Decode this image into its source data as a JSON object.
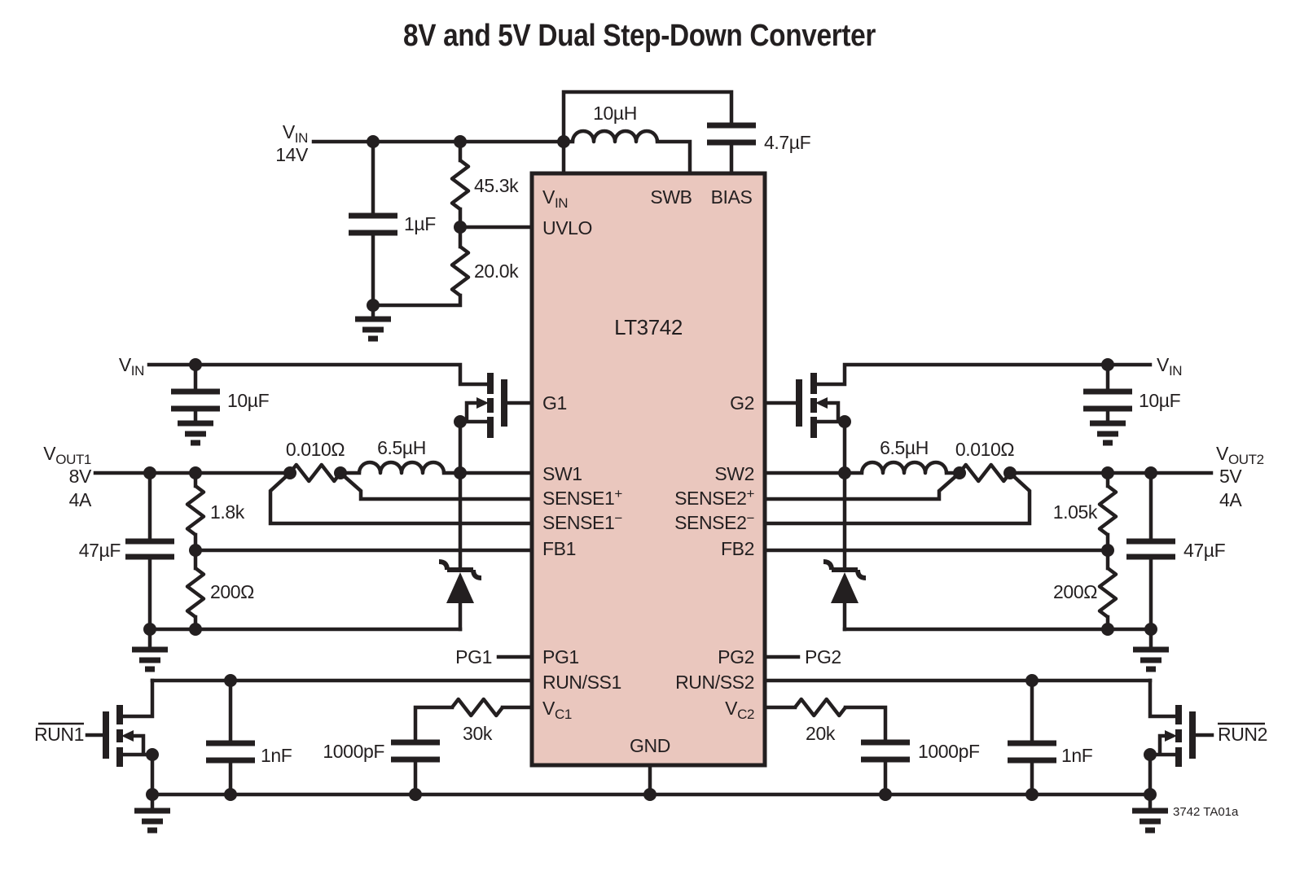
{
  "title": "8V and 5V Dual Step-Down Converter",
  "note": "3742 TA01a",
  "colors": {
    "ink": "#231f20",
    "ic_fill": "#eac7be",
    "background": "#ffffff"
  },
  "ic": {
    "part": "LT3742",
    "pins": {
      "vin_main": "V",
      "vin_sub": "IN",
      "uvlo": "UVLO",
      "swb": "SWB",
      "bias": "BIAS",
      "g1": "G1",
      "g2": "G2",
      "sw1": "SW1",
      "sw2": "SW2",
      "sense1_main": "SENSE1",
      "sense2_main": "SENSE2",
      "plus": "+",
      "minus": "−",
      "fb1": "FB1",
      "fb2": "FB2",
      "pg1": "PG1",
      "pg2": "PG2",
      "runss1": "RUN/SS1",
      "runss2": "RUN/SS2",
      "vc_main": "V",
      "vc1_sub": "C1",
      "vc2_sub": "C2",
      "gnd": "GND"
    }
  },
  "input": {
    "vin_main": "V",
    "vin_sub": "IN",
    "voltage": "14V",
    "r_upper": "45.3k",
    "r_lower": "20.0k",
    "c_in": "1µF",
    "l_bias": "10µH",
    "c_bias": "4.7µF"
  },
  "ch1": {
    "vin_main": "V",
    "vin_sub": "IN",
    "c_in": "10µF",
    "r_sense": "0.010Ω",
    "inductor": "6.5µH",
    "vout_main": "V",
    "vout_sub": "OUT1",
    "vout_v": "8V",
    "vout_a": "4A",
    "c_out": "47µF",
    "r_top": "1.8k",
    "r_bot": "200Ω",
    "pg": "PG1",
    "run": "RUN1",
    "c_ss": "1nF",
    "r_vc": "30k",
    "c_vc": "1000pF"
  },
  "ch2": {
    "vin_main": "V",
    "vin_sub": "IN",
    "c_in": "10µF",
    "r_sense": "0.010Ω",
    "inductor": "6.5µH",
    "vout_main": "V",
    "vout_sub": "OUT2",
    "vout_v": "5V",
    "vout_a": "4A",
    "c_out": "47µF",
    "r_top": "1.05k",
    "r_bot": "200Ω",
    "pg": "PG2",
    "run": "RUN2",
    "c_ss": "1nF",
    "r_vc": "20k",
    "c_vc": "1000pF"
  }
}
